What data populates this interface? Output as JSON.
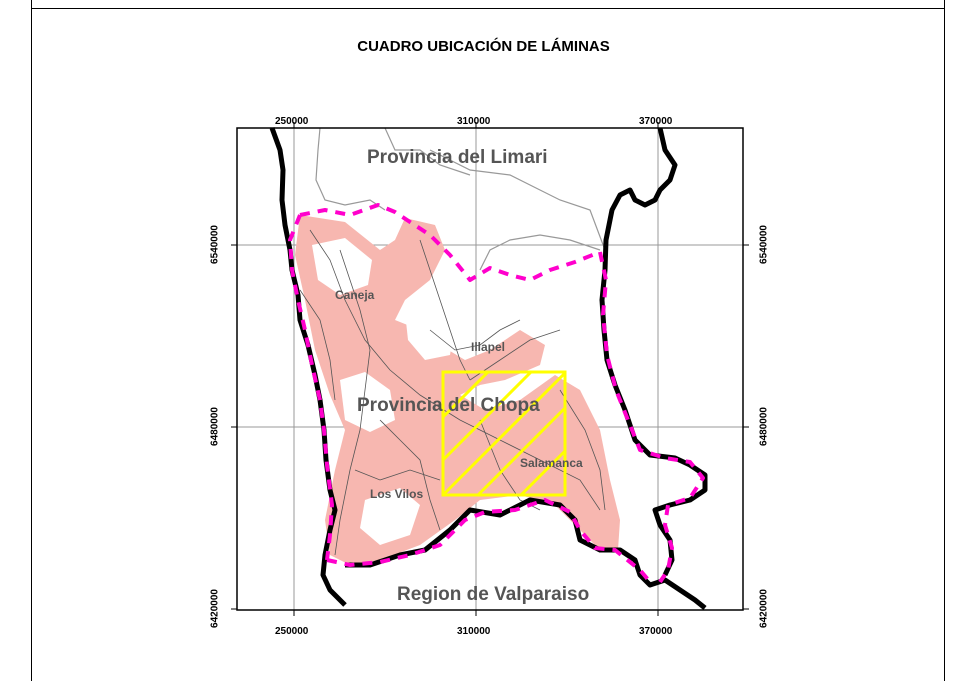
{
  "title": "CUADRO UBICACIÓN DE LÁMINAS",
  "axis": {
    "x_ticks": [
      "250000",
      "310000",
      "370000"
    ],
    "y_ticks": [
      "6540000",
      "6480000",
      "6420000"
    ]
  },
  "regions": {
    "north": "Provincia del Limari",
    "center": "Provincia del Chopa",
    "south": "Region de Valparaiso"
  },
  "towns": {
    "caneja": "Caneja",
    "illapel": "Illapel",
    "salamanca": "Salamanca",
    "los_vilos": "Los Vilos"
  },
  "colors": {
    "province_boundary": "#000000",
    "study_boundary": "#ff00cc",
    "buffer_zone": "#f7b7b0",
    "sheet_index": "#ffff00",
    "rivers": "#555555",
    "grid": "#999999"
  }
}
